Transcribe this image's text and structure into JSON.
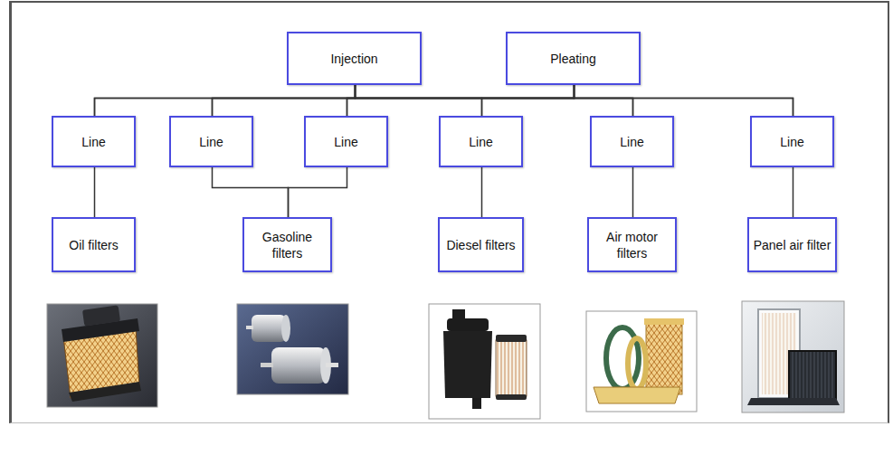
{
  "diagram": {
    "nodes": [
      {
        "text": [
          "Injection"
        ]
      },
      {
        "text": [
          "Pleating"
        ]
      },
      {
        "text": [
          "Line"
        ]
      },
      {
        "text": [
          "Line"
        ]
      },
      {
        "text": [
          "Line"
        ]
      },
      {
        "text": [
          "Line"
        ]
      },
      {
        "text": [
          "Line"
        ]
      },
      {
        "text": [
          "Line"
        ]
      },
      {
        "text": [
          "Oil filters"
        ]
      },
      {
        "text": [
          "Gasoline filters"
        ]
      },
      {
        "text": [
          "Diesel filters"
        ]
      },
      {
        "text": [
          "Air motor filters"
        ]
      },
      {
        "text": [
          "Panel air filter"
        ]
      }
    ],
    "edges": [
      {
        "from": 0,
        "to": 2,
        "arrow": "none"
      },
      {
        "from": 0,
        "to": 3,
        "arrow": "none"
      },
      {
        "from": 0,
        "to": 4,
        "arrow": "none"
      },
      {
        "from": 0,
        "to": 5,
        "arrow": "none"
      },
      {
        "from": 0,
        "to": 6,
        "arrow": "none"
      },
      {
        "from": 0,
        "to": 7,
        "arrow": "none"
      },
      {
        "from": 1,
        "to": 2,
        "arrow": "none"
      },
      {
        "from": 1,
        "to": 3,
        "arrow": "none"
      },
      {
        "from": 1,
        "to": 4,
        "arrow": "none"
      },
      {
        "from": 1,
        "to": 5,
        "arrow": "none"
      },
      {
        "from": 1,
        "to": 6,
        "arrow": "none"
      },
      {
        "from": 1,
        "to": 7,
        "arrow": "none"
      },
      {
        "from": 2,
        "to": 8,
        "arrow": "none"
      },
      {
        "from": 3,
        "to": 9,
        "arrow": "none"
      },
      {
        "from": 4,
        "to": 9,
        "arrow": "none"
      },
      {
        "from": 5,
        "to": 10,
        "arrow": "none"
      },
      {
        "from": 6,
        "to": 11,
        "arrow": "none"
      },
      {
        "from": 7,
        "to": 12,
        "arrow": "none"
      }
    ]
  }
}
